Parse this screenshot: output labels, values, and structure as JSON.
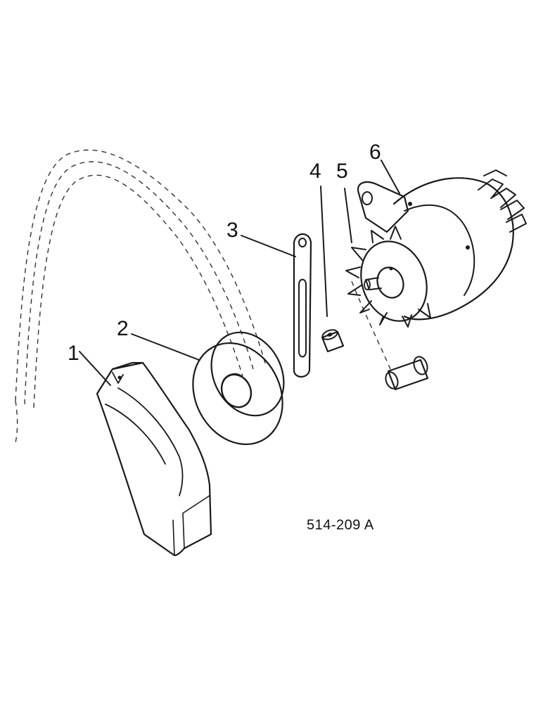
{
  "callouts": [
    {
      "id": "1",
      "text": "1"
    },
    {
      "id": "2",
      "text": "2"
    },
    {
      "id": "3",
      "text": "3"
    },
    {
      "id": "4",
      "text": "4"
    },
    {
      "id": "5",
      "text": "5"
    },
    {
      "id": "6",
      "text": "6"
    }
  ],
  "reference": "514-209 A"
}
